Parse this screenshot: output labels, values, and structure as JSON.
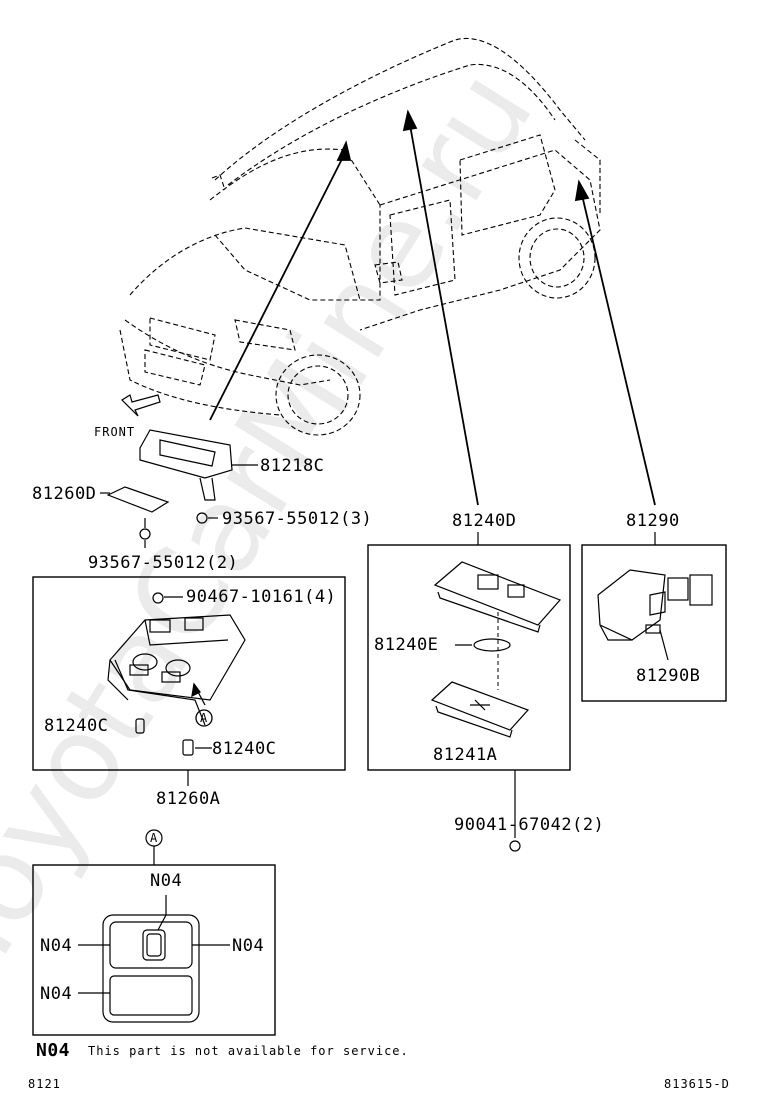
{
  "watermark": "ToyotaCarMine.ru",
  "front_label": "FRONT",
  "parts": {
    "p81218C": "81218C",
    "p81260D": "81260D",
    "p93567_3": "93567-55012(3)",
    "p93567_2": "93567-55012(2)",
    "p81240D": "81240D",
    "p81290": "81290",
    "p90467": "90467-10161(4)",
    "p81240C_a": "81240C",
    "p81240C_b": "81240C",
    "p81260A": "81260A",
    "p81240E": "81240E",
    "p81241A": "81241A",
    "p90041": "90041-67042(2)",
    "p81290B": "81290B"
  },
  "callout": "A",
  "detail": {
    "n04_top": "N04",
    "n04_left": "N04",
    "n04_right": "N04",
    "n04_bottom": "N04"
  },
  "note": {
    "code": "N04",
    "text": "This part is not available for service."
  },
  "footer": {
    "left": "8121",
    "right": "813615-D"
  }
}
